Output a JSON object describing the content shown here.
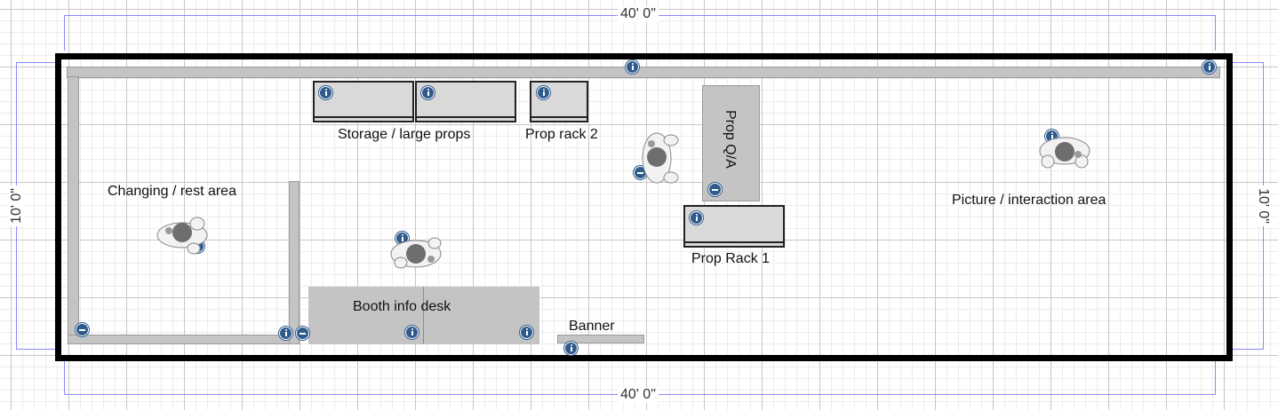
{
  "dimensions": {
    "top": "40' 0\"",
    "bottom": "40' 0\"",
    "left": "10' 0\"",
    "right": "10' 0\""
  },
  "labels": {
    "changing_area": "Changing / rest area",
    "storage": "Storage / large props",
    "prop_rack_2": "Prop rack 2",
    "prop_qa": "Prop Q/A",
    "prop_rack_1": "Prop Rack 1",
    "booth_info_desk": "Booth info desk",
    "banner": "Banner",
    "picture_area": "Picture / interaction area"
  },
  "colors": {
    "outer_wall": "#000000",
    "partition": "#c4c4c4",
    "furniture": "#d9d9d9",
    "dimension_line": "#8a8aff",
    "icon": "#2f5a8c"
  },
  "icons": [
    "info-icon",
    "door-icon",
    "person-icon"
  ]
}
